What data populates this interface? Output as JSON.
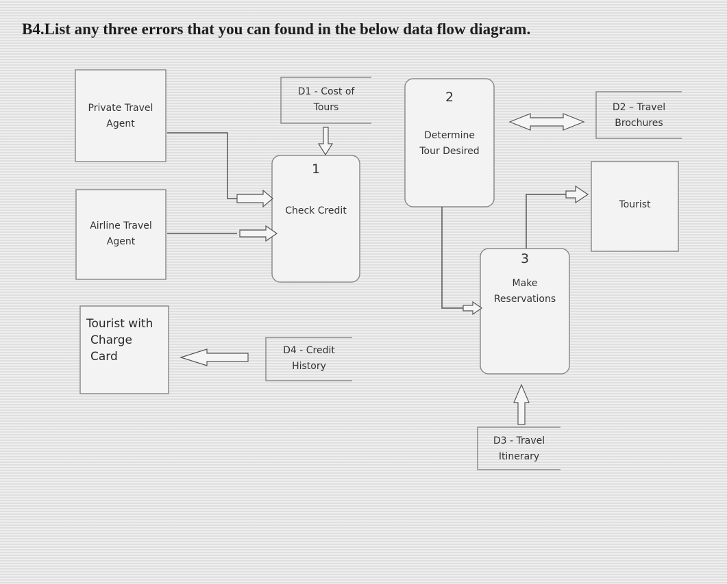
{
  "question": {
    "number": "B4.",
    "text": "List any three errors that you can found in the below data flow diagram."
  },
  "diagram": {
    "entities": {
      "private_travel_agent": [
        "Private Travel",
        "Agent"
      ],
      "airline_travel_agent": [
        "Airline Travel",
        "Agent"
      ],
      "tourist_with_charge_card": [
        "Tourist with",
        "Charge",
        "Card"
      ],
      "tourist": [
        "Tourist"
      ]
    },
    "processes": {
      "p1": {
        "number": "1",
        "label": "Check Credit"
      },
      "p2": {
        "number": "2",
        "label": [
          "Determine",
          "Tour Desired"
        ]
      },
      "p3": {
        "number": "3",
        "label": [
          "Make",
          "Reservations"
        ]
      }
    },
    "stores": {
      "d1": [
        "D1 - Cost of",
        "Tours"
      ],
      "d2": [
        "D2 – Travel",
        "Brochures"
      ],
      "d3": [
        "D3 - Travel",
        "Itinerary"
      ],
      "d4": [
        "D4 - Credit",
        "History"
      ]
    }
  }
}
